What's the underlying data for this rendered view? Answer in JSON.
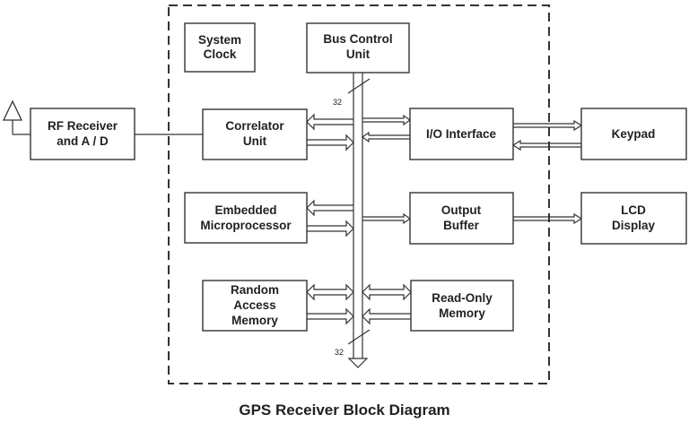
{
  "title": "GPS Receiver Block Diagram",
  "blocks": {
    "system_clock": [
      "System",
      "Clock"
    ],
    "bus_control": [
      "Bus Control",
      "Unit"
    ],
    "rf_receiver": [
      "RF Receiver",
      "and A / D"
    ],
    "correlator": [
      "Correlator",
      "Unit"
    ],
    "io_interface": [
      "I/O Interface"
    ],
    "keypad": [
      "Keypad"
    ],
    "embedded_mp": [
      "Embedded",
      "Microprocessor"
    ],
    "output_buffer": [
      "Output",
      "Buffer"
    ],
    "lcd_display": [
      "LCD",
      "Display"
    ],
    "ram": [
      "Random",
      "Access",
      "Memory"
    ],
    "rom": [
      "Read-Only",
      "Memory"
    ]
  },
  "bus_width_top": "32",
  "bus_width_bottom": "32"
}
